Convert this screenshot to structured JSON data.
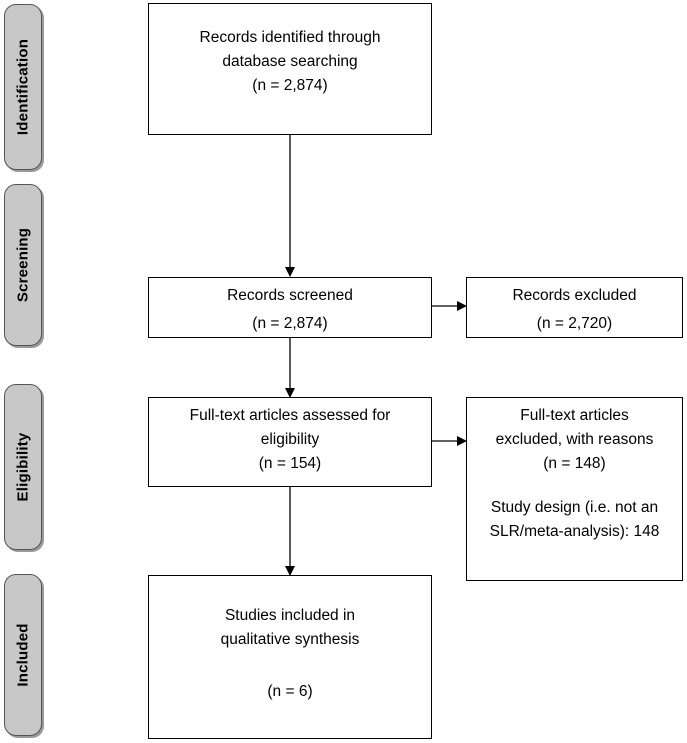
{
  "stages": {
    "identification": "Identification",
    "screening": "Screening",
    "eligibility": "Eligibility",
    "included": "Included"
  },
  "identified": {
    "line1": "Records identified through",
    "line2": "database searching",
    "count": "(n = 2,874)"
  },
  "screened": {
    "line1": "Records screened",
    "count": "(n = 2,874)"
  },
  "excluded": {
    "line1": "Records excluded",
    "count": "(n = 2,720)"
  },
  "assessed": {
    "line1": "Full-text articles assessed for",
    "line2": "eligibility",
    "count": "(n = 154)"
  },
  "fulltext_excluded": {
    "line1": "Full-text articles",
    "line2": "excluded, with reasons",
    "count": "(n = 148)",
    "reason_line1": "Study design (i.e. not an",
    "reason_line2": "SLR/meta-analysis): 148"
  },
  "included": {
    "line1": "Studies included in",
    "line2": "qualitative synthesis",
    "count": "(n = 6)"
  }
}
